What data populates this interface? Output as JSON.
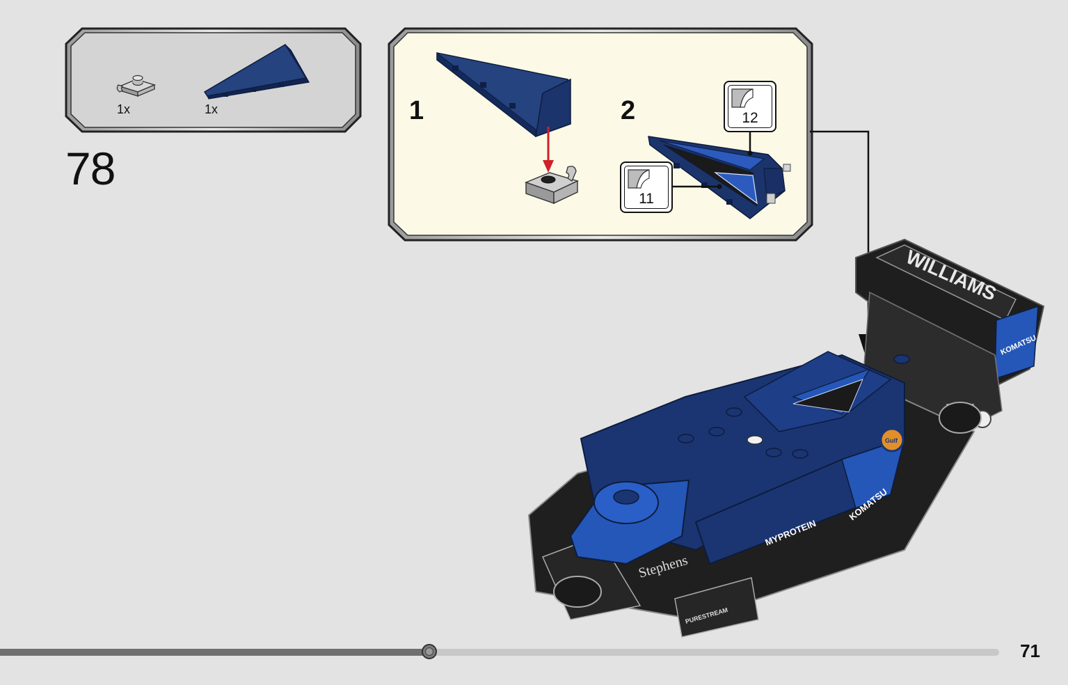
{
  "step": {
    "number": "78"
  },
  "parts_callout": {
    "parts": [
      {
        "name": "plate-with-clip-icon",
        "qty": "1x",
        "color": "#b8b8b8"
      },
      {
        "name": "wedge-plate-icon",
        "qty": "1x",
        "color": "#1d3a7a"
      }
    ]
  },
  "sub_assembly": {
    "steps": [
      {
        "number": "1"
      },
      {
        "number": "2"
      }
    ],
    "stickers": [
      {
        "number": "12"
      },
      {
        "number": "11"
      }
    ],
    "background": "#fcf9e6"
  },
  "model": {
    "logos": {
      "williams": "WILLIAMS",
      "komatsu_rear": "KOMATSU",
      "gulf": "Gulf",
      "myprotein": "MYPROTEIN",
      "komatsu_side": "KOMATSU",
      "stephens": "Stephens",
      "purestream": "PURESTREAM"
    },
    "colors": {
      "blue_dark": "#1a3572",
      "blue_mid": "#2457b8",
      "black": "#1e1e1e"
    }
  },
  "page": {
    "number": "71",
    "progress": 0.43
  }
}
